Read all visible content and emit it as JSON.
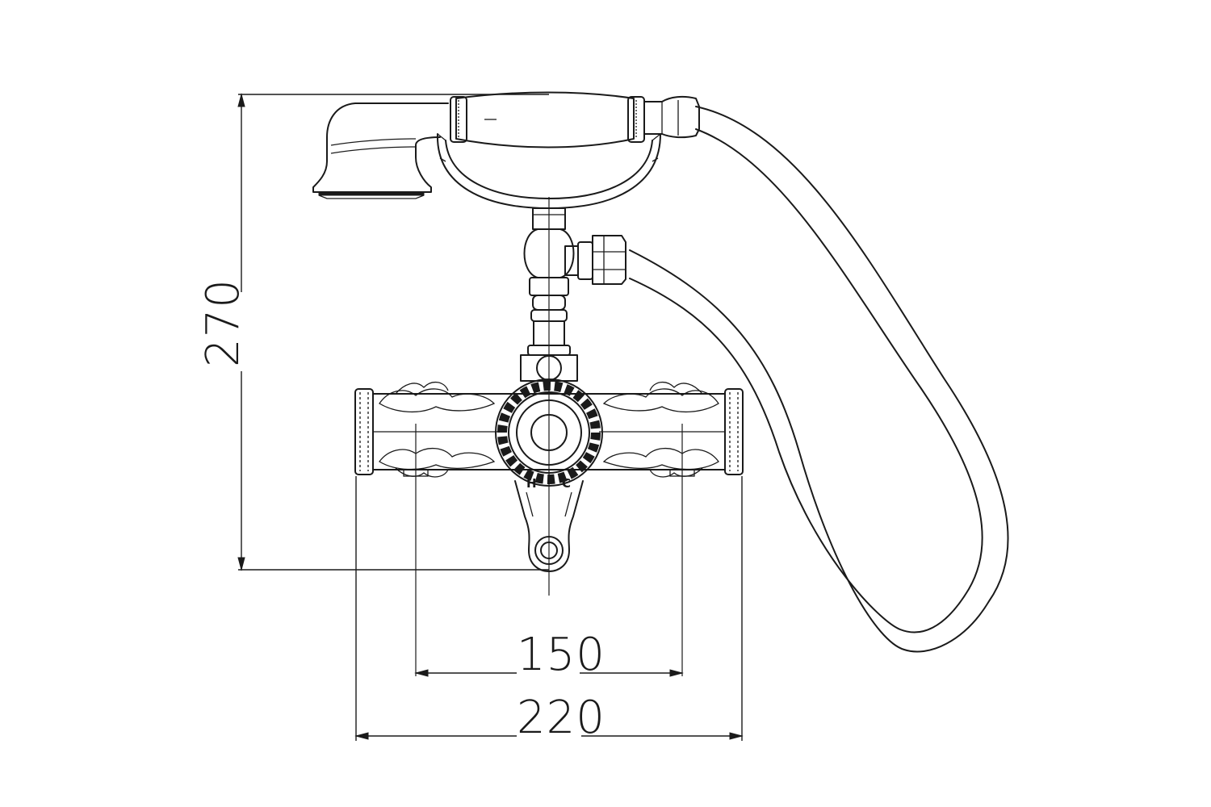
{
  "dimensions": {
    "height_label": "270",
    "inner_width_label": "150",
    "outer_width_label": "220"
  },
  "valve_labels": {
    "hot": "H",
    "cold": "C"
  },
  "colors": {
    "line": "#1a1a1a",
    "background": "#ffffff"
  }
}
